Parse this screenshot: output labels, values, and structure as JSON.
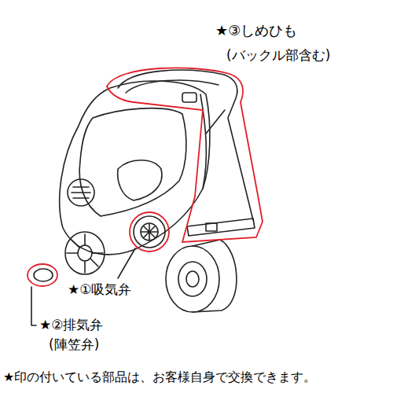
{
  "diagram": {
    "labels": [
      "★③しめひも",
      "(バックル部含む)",
      "★①吸気弁",
      "★②排気弁",
      "(陣笠弁)",
      "★印の付いている部品は、お客様自身で交換できます。"
    ]
  }
}
